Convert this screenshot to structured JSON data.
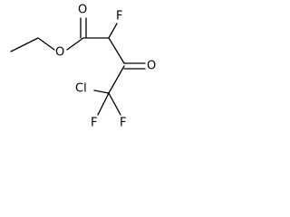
{
  "molecule": {
    "atoms": {
      "carbonyl_o_ester": "O",
      "ester_o": "O",
      "ketone_o": "O",
      "fluorine_alpha": "F",
      "chlorine": "Cl",
      "fluorine_left": "F",
      "fluorine_right": "F"
    }
  }
}
